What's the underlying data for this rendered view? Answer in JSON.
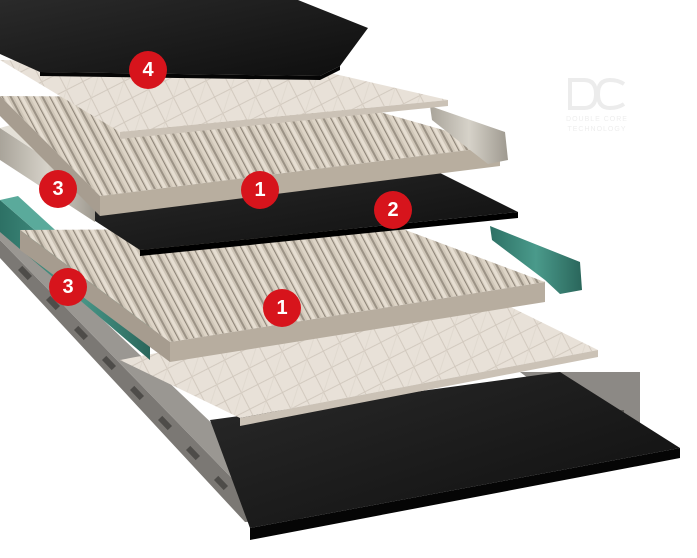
{
  "markers": [
    {
      "id": "top-cover-4",
      "label": "4"
    },
    {
      "id": "edge-3-upper",
      "label": "3"
    },
    {
      "id": "core-1-upper",
      "label": "1"
    },
    {
      "id": "breaker-2",
      "label": "2"
    },
    {
      "id": "edge-3-lower",
      "label": "3"
    },
    {
      "id": "core-1-lower",
      "label": "1"
    }
  ],
  "logo": {
    "line1": "DOUBLE CORE",
    "line2": "TECHNOLOGY"
  },
  "colors": {
    "marker": "#d7141c",
    "rubber": "#1a1a1a",
    "fabric": "#e5ddd3",
    "steel_cord": "#c9bfb2",
    "edge_upper": "#c3bfb6",
    "edge_lower": "#3b8578",
    "base_plate": "#6d6a66"
  }
}
